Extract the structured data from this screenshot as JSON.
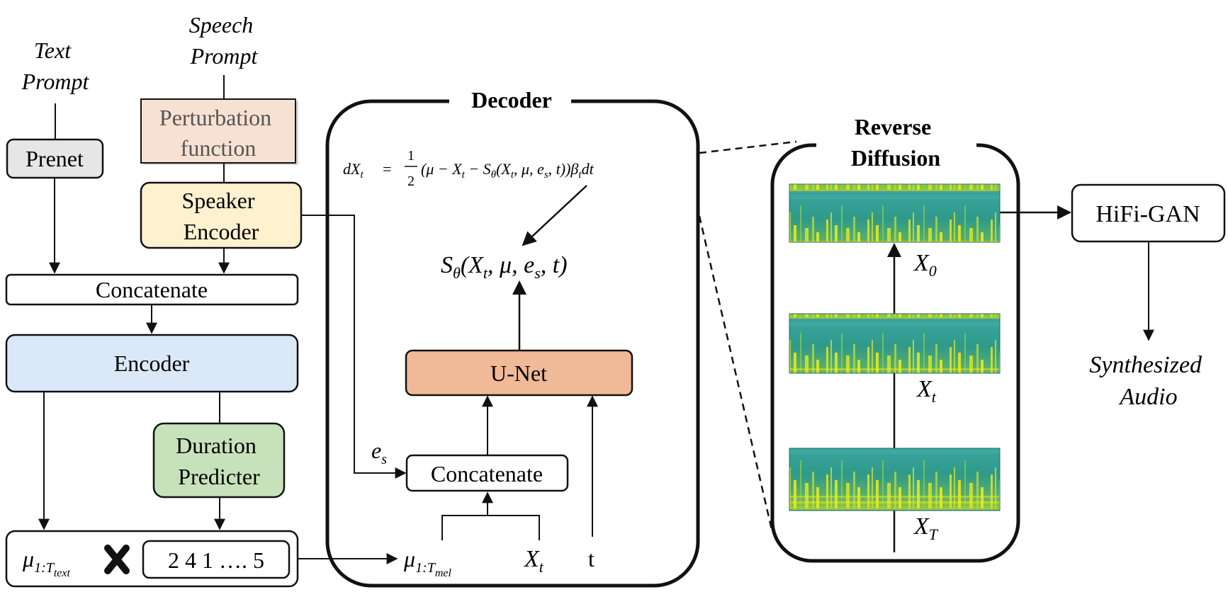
{
  "inputs": {
    "text_prompt": [
      "Text",
      "Prompt"
    ],
    "speech_prompt": [
      "Speech",
      "Prompt"
    ]
  },
  "blocks": {
    "prenet": "Prenet",
    "perturbation": [
      "Perturbation",
      "function"
    ],
    "speaker_encoder": [
      "Speaker",
      "Encoder"
    ],
    "concat_top": "Concatenate",
    "encoder": "Encoder",
    "duration_predictor": [
      "Duration",
      "Predicter"
    ],
    "durations": "2 4 1 …. 5",
    "mu_text": {
      "base": "μ",
      "sub": "1:T",
      "subsub": "text"
    }
  },
  "decoder": {
    "title": "Decoder",
    "equation": {
      "lhs": "dX",
      "lhs_sub": "t",
      "eq": "=",
      "frac_num": "1",
      "frac_den": "2",
      "body1": "(μ − X",
      "body1_sub": "t",
      "body2": " − S",
      "body2_sub": "θ",
      "body3": "(X",
      "body3_sub": "t",
      "body4": ", μ, e",
      "body4_sub": "s",
      "body5": ", t))β",
      "body5_sub": "t",
      "body6": "dt"
    },
    "score_fn": {
      "s": "S",
      "s_sub": "θ",
      "open": "(X",
      "x_sub": "t",
      "mid": ", μ, e",
      "e_sub": "s",
      "close": ", t)"
    },
    "unet": "U-Net",
    "concat": "Concatenate",
    "es_label": {
      "base": "e",
      "sub": "s"
    },
    "mu_mel": {
      "base": "μ",
      "sub": "1:T",
      "subsub": "mel"
    },
    "xt_label": {
      "base": "X",
      "sub": "t"
    },
    "t_label": "t"
  },
  "reverse_diffusion": {
    "title": [
      "Reverse",
      "Diffusion"
    ],
    "labels": [
      {
        "base": "X",
        "sub": "0"
      },
      {
        "base": "X",
        "sub": "t"
      },
      {
        "base": "X",
        "sub": "T"
      }
    ]
  },
  "vocoder": "HiFi-GAN",
  "output": [
    "Synthesized",
    "Audio"
  ],
  "colors": {
    "prenet": "#e6e6e6",
    "perturbation": "#f7e1d2",
    "speaker_encoder": "#fdf1cf",
    "encoder": "#dbe8f8",
    "duration_predictor": "#c7e2bb",
    "unet": "#f0b998",
    "spectrogram_low": "#2a8a8a",
    "spectrogram_high": "#d7e21a"
  }
}
